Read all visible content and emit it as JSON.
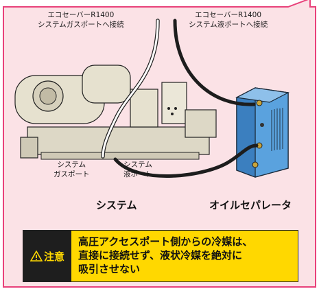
{
  "labels": {
    "gas_port_connect": [
      "エコセーバーR1400",
      "システムガスポートへ接続"
    ],
    "liquid_port_connect": [
      "エコセーバーR1400",
      "システム液ポートへ接続"
    ],
    "system_gas_port": [
      "システム",
      "ガスポート"
    ],
    "system_liquid_port": [
      "システム",
      "液ポート"
    ],
    "system": "システム",
    "oil_separator": "オイルセパレータ"
  },
  "notice": {
    "tag": "注意",
    "lines": [
      "高圧アクセスポート側からの冷媒は、",
      "直接に接続せず、液状冷媒を絶対に",
      "吸引させない"
    ]
  },
  "colors": {
    "panel_background": "#fbe2e6",
    "panel_border": "#e8417a",
    "notice_background": "#ffd800",
    "notice_tag_background": "#1e1e1e",
    "separator_body": "#4f95d3"
  }
}
